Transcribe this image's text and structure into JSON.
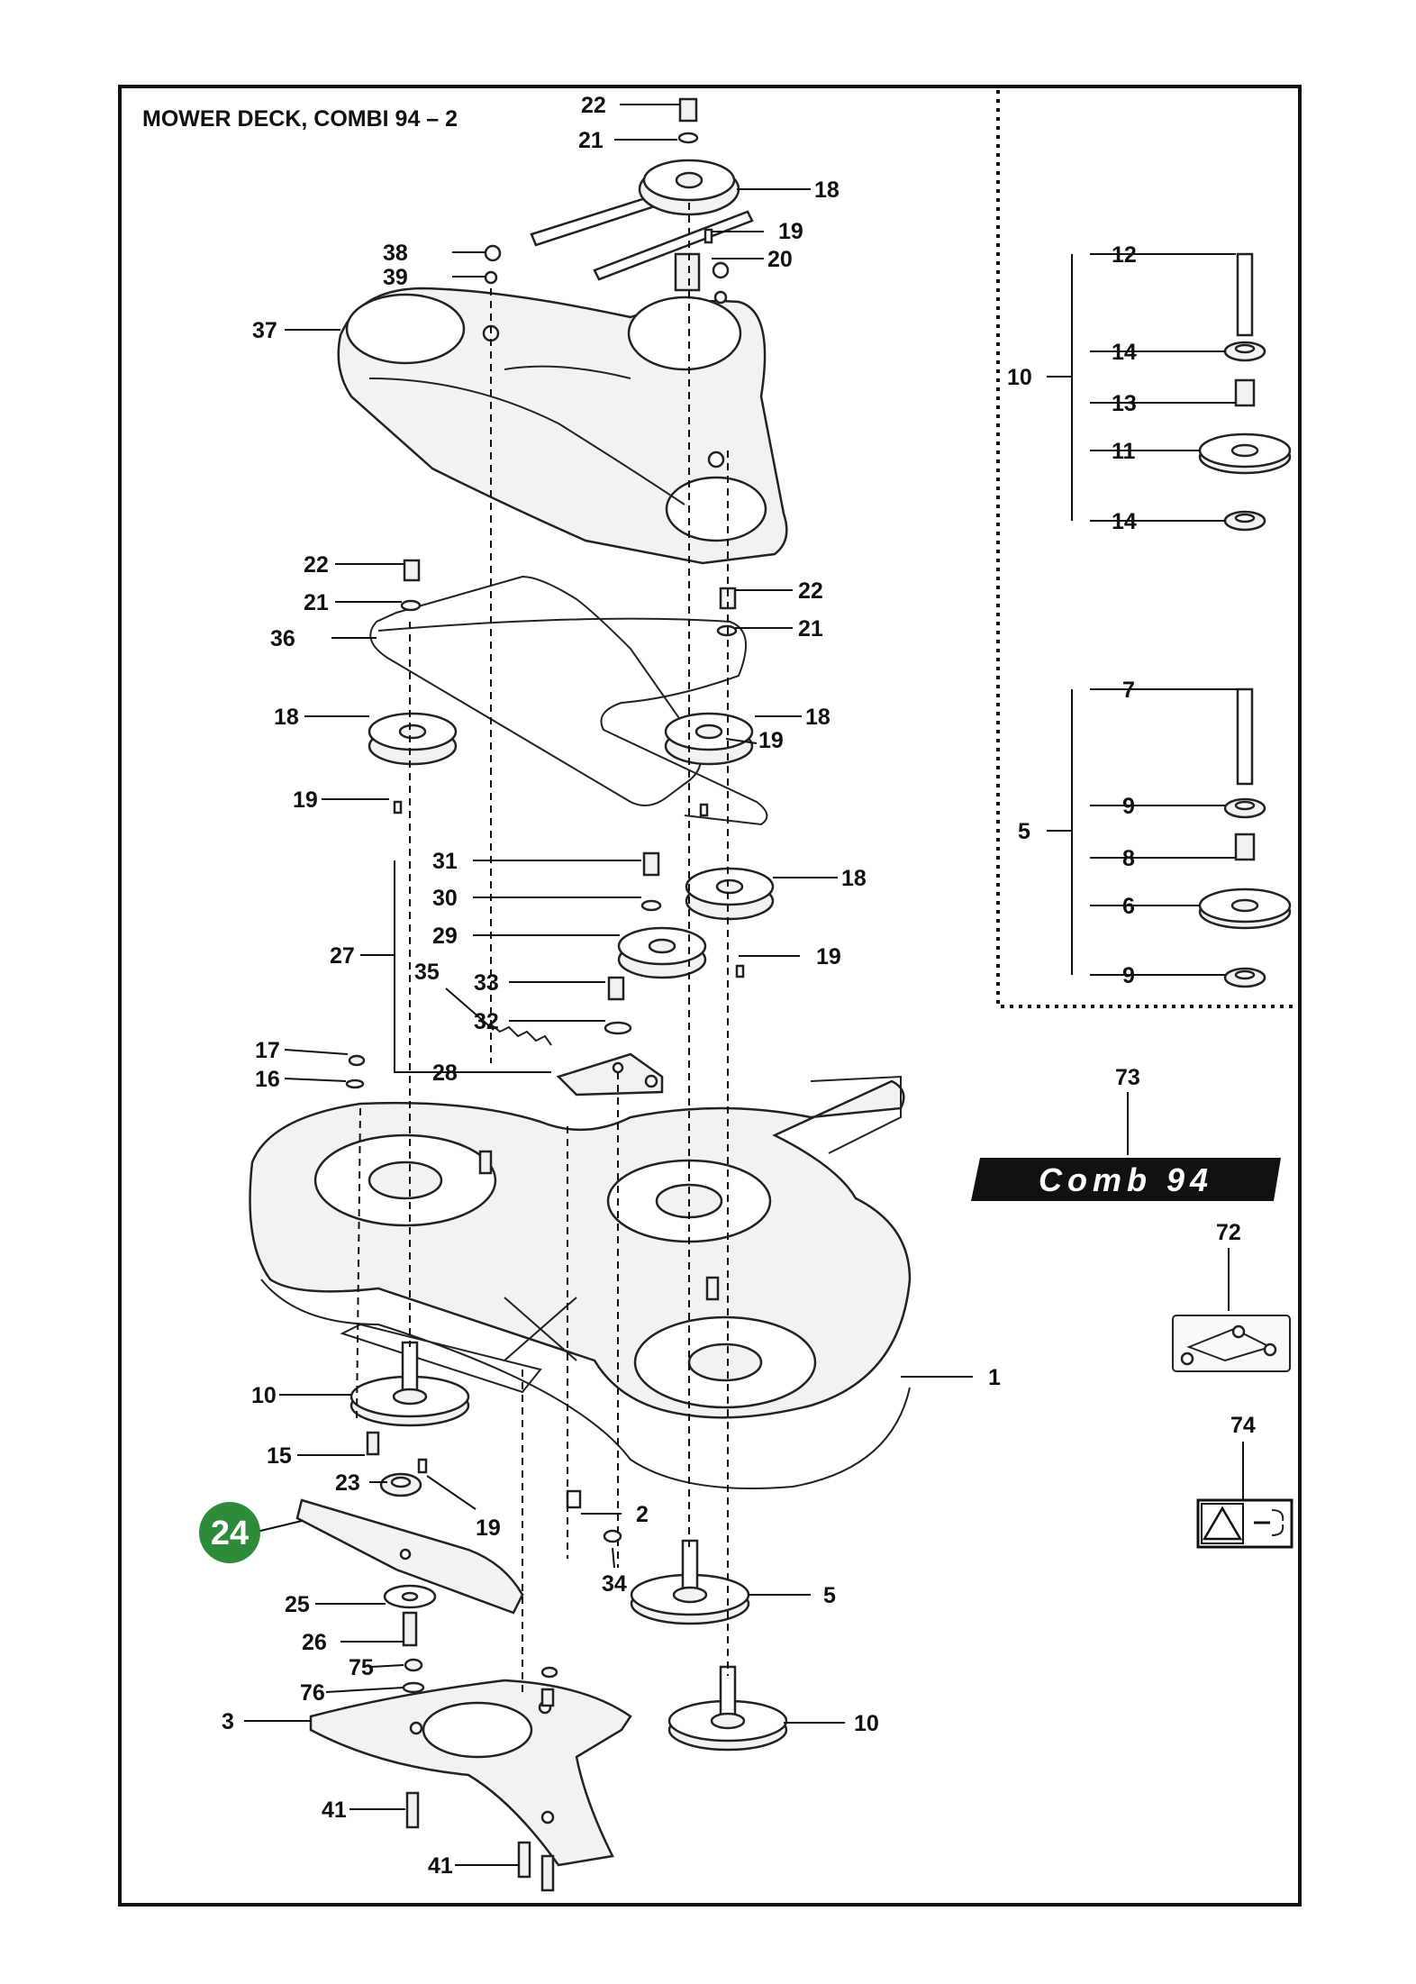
{
  "page": {
    "title": "MOWER DECK, COMBI 94 – 2"
  },
  "badge": {
    "label": "24",
    "color": "#2e8b3a"
  },
  "decal": {
    "text": "Comb 94"
  },
  "callouts": {
    "c1": "22",
    "c2": "21",
    "c3": "18",
    "c4": "19",
    "c5": "20",
    "c6": "38",
    "c7": "39",
    "c8": "37",
    "c9": "12",
    "c10": "14",
    "c11": "10",
    "c12": "13",
    "c13": "11",
    "c14": "14",
    "c15": "22",
    "c16": "21",
    "c17": "22",
    "c18": "21",
    "c19": "36",
    "c20": "18",
    "c21": "18",
    "c22": "19",
    "c23": "19",
    "c24": "7",
    "c25": "9",
    "c26": "5",
    "c27": "8",
    "c28": "6",
    "c29": "9",
    "c30": "31",
    "c31": "30",
    "c32": "27",
    "c33": "29",
    "c34": "18",
    "c35": "35",
    "c36": "19",
    "c37": "33",
    "c38": "32",
    "c39": "17",
    "c40": "16",
    "c41": "28",
    "c42": "73",
    "c43": "72",
    "c44": "74",
    "c45": "1",
    "c46": "10",
    "c47": "15",
    "c48": "23",
    "c49": "19",
    "c50": "2",
    "c51": "34",
    "c52": "5",
    "c53": "25",
    "c54": "26",
    "c55": "75",
    "c56": "76",
    "c57": "3",
    "c58": "10",
    "c59": "41",
    "c60": "41"
  }
}
